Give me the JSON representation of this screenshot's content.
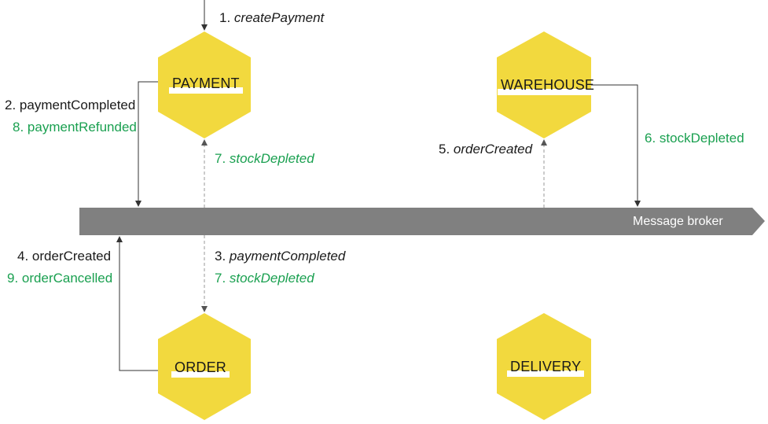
{
  "nodes": {
    "payment": {
      "label": "PAYMENT"
    },
    "warehouse": {
      "label": "WAREHOUSE"
    },
    "order": {
      "label": "ORDER"
    },
    "delivery": {
      "label": "DELIVERY"
    }
  },
  "broker": {
    "label": "Message broker"
  },
  "events": {
    "create_payment": {
      "num": "1.",
      "name": "createPayment"
    },
    "payment_completed_out": {
      "num": "2.",
      "name": "paymentCompleted"
    },
    "payment_refunded_out": {
      "num": "8.",
      "name": "paymentRefunded"
    },
    "stock_depleted_to_payment": {
      "num": "7.",
      "name": "stockDepleted"
    },
    "payment_completed_to_order": {
      "num": "3.",
      "name": "paymentCompleted"
    },
    "stock_depleted_to_order": {
      "num": "7.",
      "name": "stockDepleted"
    },
    "order_created_out": {
      "num": "4.",
      "name": "orderCreated"
    },
    "order_cancelled_out": {
      "num": "9.",
      "name": "orderCancelled"
    },
    "order_created_to_warehouse": {
      "num": "5.",
      "name": "orderCreated"
    },
    "stock_depleted_out": {
      "num": "6.",
      "name": "stockDepleted"
    }
  },
  "colors": {
    "hexagon_fill": "#f2d93e",
    "broker_fill": "#808080",
    "compensation_text": "#1aa050",
    "line": "#333333",
    "dashed_line": "#9a9a9a"
  }
}
